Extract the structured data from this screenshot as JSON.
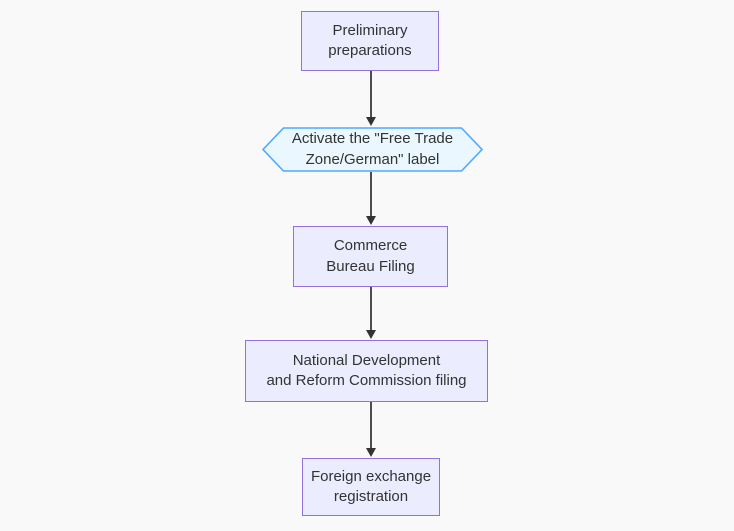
{
  "diagram": {
    "type": "flowchart",
    "direction": "top-down",
    "colors": {
      "background": "#F9F9F9",
      "rect_fill": "#ECECFF",
      "rect_border": "#9370DB",
      "hexagon_fill": "#EAF7FF",
      "hexagon_border": "#4DA9FF",
      "arrow_line": "#4D4D4D",
      "arrow_head": "#333333",
      "text": "#333333"
    },
    "nodes": [
      {
        "id": "preliminary-preparations",
        "shape": "rectangle",
        "label": "Preliminary\npreparations"
      },
      {
        "id": "activate-free-trade-label",
        "shape": "hexagon",
        "label": "Activate the \"Free Trade\nZone/German\" label"
      },
      {
        "id": "commerce-bureau-filing",
        "shape": "rectangle",
        "label": "Commerce\nBureau Filing"
      },
      {
        "id": "ndrc-filing",
        "shape": "rectangle",
        "label": "National Development\nand Reform Commission filing"
      },
      {
        "id": "foreign-exchange-registration",
        "shape": "rectangle",
        "label": "Foreign exchange\nregistration"
      }
    ],
    "edges": [
      {
        "from": "preliminary-preparations",
        "to": "activate-free-trade-label"
      },
      {
        "from": "activate-free-trade-label",
        "to": "commerce-bureau-filing"
      },
      {
        "from": "commerce-bureau-filing",
        "to": "ndrc-filing"
      },
      {
        "from": "ndrc-filing",
        "to": "foreign-exchange-registration"
      }
    ]
  }
}
